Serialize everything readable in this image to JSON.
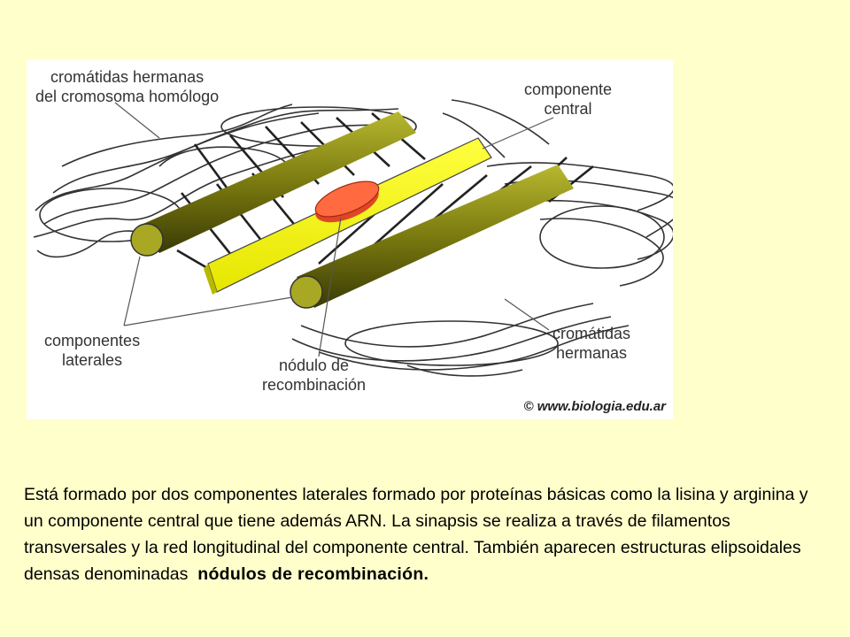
{
  "diagram": {
    "labels": {
      "homolog_chromatids": [
        "cromátidas hermanas",
        "del cromosoma homólogo"
      ],
      "central_component": [
        "componente",
        "central"
      ],
      "lateral_components": [
        "componentes",
        "laterales"
      ],
      "recombination_node": [
        "nódulo de",
        "recombinación"
      ],
      "sister_chromatids": [
        "cromátidas",
        "hermanas"
      ]
    },
    "credit": "© www.biologia.edu.ar",
    "colors": {
      "background": "#FFFFCC",
      "central_band": "#FFFF00",
      "lateral_rod": "#8A8A10",
      "node": "#FF5A33",
      "lines": "#333333"
    }
  },
  "text": {
    "paragraph": "Está formado por dos componentes laterales formado por proteínas básicas como la lisina y arginina y un componente central que tiene además ARN. La sinapsis se realiza a través de filamentos transversales y la red longitudinal del componente central. También aparecen estructuras elipsoidales densas denominadas",
    "emphasis": "nódulos de recombinación."
  }
}
